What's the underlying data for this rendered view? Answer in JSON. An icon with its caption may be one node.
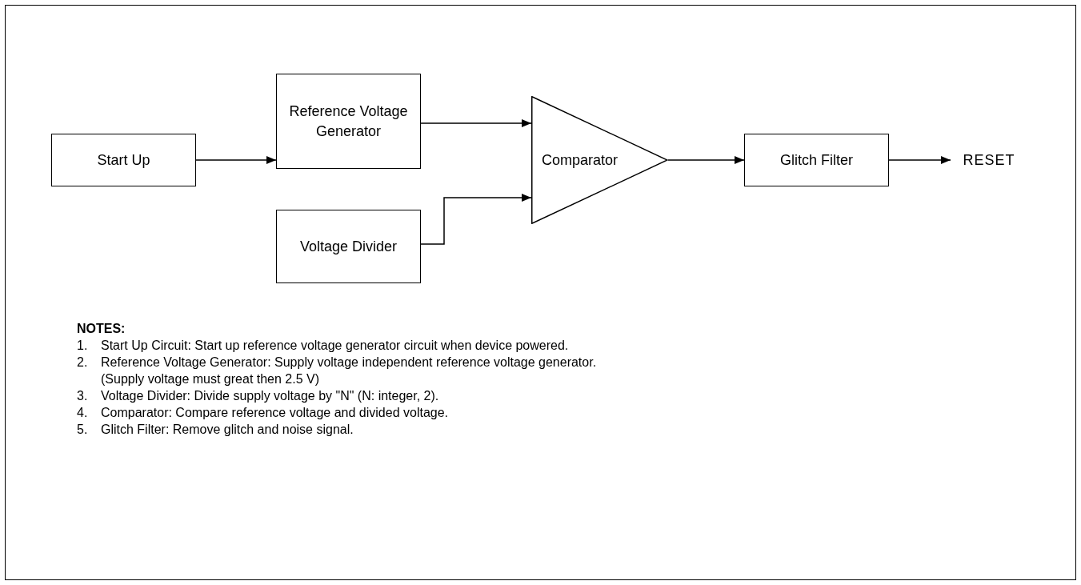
{
  "diagram": {
    "nodes": [
      {
        "text": [
          "Start Up"
        ]
      },
      {
        "text": [
          "Reference Voltage Generator"
        ]
      },
      {
        "text": [
          "Voltage Divider"
        ]
      },
      {
        "text": [
          "Comparator"
        ]
      },
      {
        "text": [
          "Glitch Filter"
        ]
      },
      {
        "text": [
          "RESET"
        ]
      }
    ],
    "edges": [
      {
        "from": 0,
        "to": 1,
        "arrow": "to"
      },
      {
        "from": 1,
        "to": 3,
        "arrow": "to"
      },
      {
        "from": 2,
        "to": 3,
        "arrow": "to"
      },
      {
        "from": 3,
        "to": 4,
        "arrow": "to"
      },
      {
        "from": 4,
        "to": 5,
        "arrow": "to"
      }
    ],
    "labels": [
      "NOTES:",
      "1.",
      "Start Up Circuit: Start up reference voltage generator circuit when device powered.",
      "2.",
      "Reference Voltage Generator: Supply voltage independent reference voltage generator.",
      "(Supply voltage must great then 2.5 V)",
      "3.",
      "Voltage Divider: Divide supply voltage by \"N\" (N: integer, 2).",
      "4.",
      "Comparator: Compare reference voltage and divided voltage.",
      "5.",
      "Glitch Filter: Remove glitch and noise signal."
    ]
  }
}
